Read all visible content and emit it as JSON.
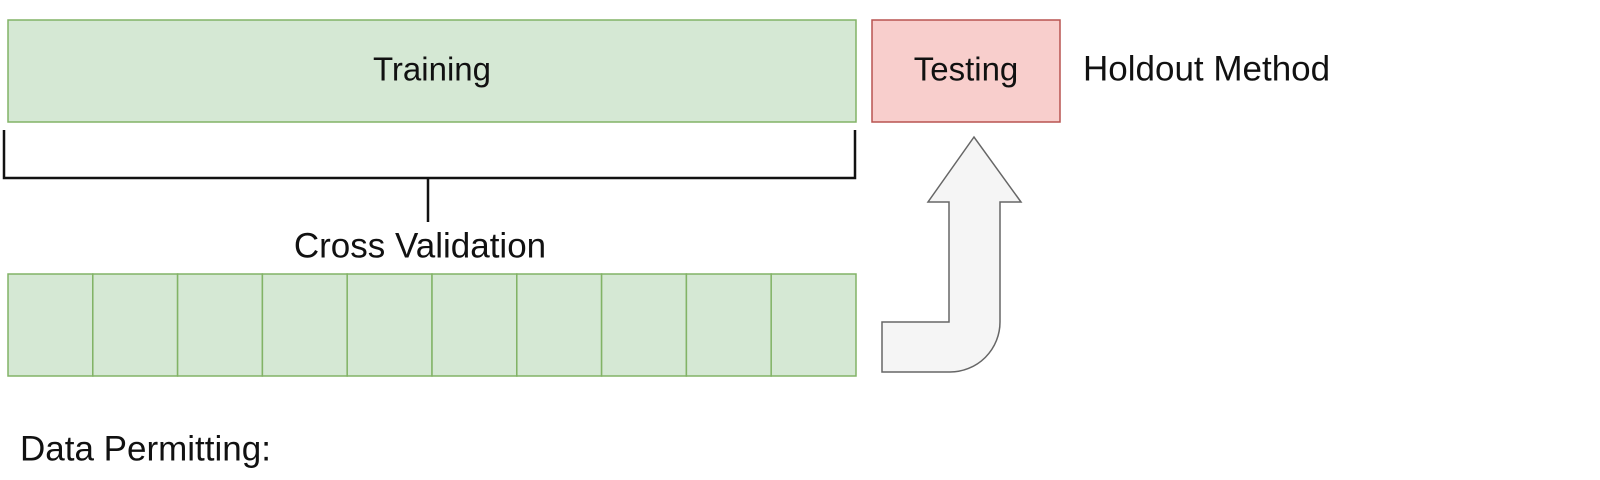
{
  "diagram": {
    "training_label": "Training",
    "testing_label": "Testing",
    "holdout_label": "Holdout Method",
    "cross_validation_label": "Cross Validation",
    "data_permitting_label": "Data Permitting:",
    "fold_count": 10
  },
  "colors": {
    "training_fill": "#d5e8d4",
    "training_stroke": "#82b366",
    "testing_fill": "#f8cecc",
    "testing_stroke": "#b85450",
    "bracket_stroke": "#111111",
    "arrow_fill": "#f5f5f5",
    "arrow_stroke": "#666666"
  }
}
